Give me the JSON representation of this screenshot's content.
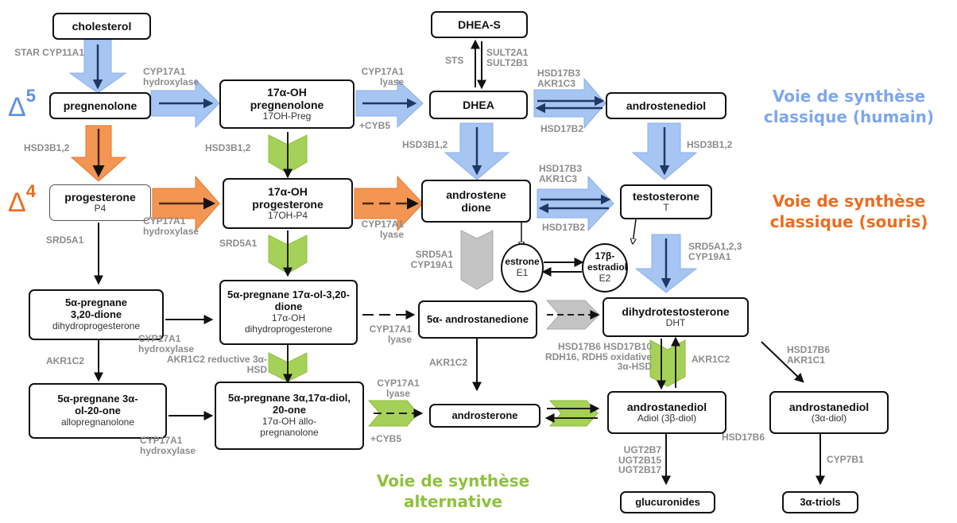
{
  "colors": {
    "human": "#8fb6f2",
    "human_text": "#7ea7ee",
    "mouse": "#f08a3e",
    "mouse_text": "#ef6b1c",
    "alternative": "#9ccc45",
    "alternative_text": "#8dc23c",
    "grey_enzyme": "#8c8c8c",
    "grey_chevron": "#bdbdbd",
    "dark_arrow": "#1f3864"
  },
  "deltas": {
    "d5": {
      "symbol": "Δ",
      "sup": "5"
    },
    "d4": {
      "symbol": "Δ",
      "sup": "4"
    }
  },
  "nodes": {
    "cholesterol": {
      "title": "cholesterol"
    },
    "pregnenolone": {
      "title": "pregnenolone"
    },
    "oh_pregnenolone": {
      "title": "17α-OH pregnenolone",
      "sub": "17OH-Preg"
    },
    "dhea_s": {
      "title": "DHEA-S"
    },
    "dhea": {
      "title": "DHEA"
    },
    "androstenediol": {
      "title": "androstenediol"
    },
    "progesterone": {
      "title": "progesterone",
      "sub": "P4"
    },
    "oh_progesterone": {
      "title": "17α-OH progesterone",
      "sub": "17OH-P4"
    },
    "androstenedione": {
      "title": "androstene dione"
    },
    "testosterone": {
      "title": "testosterone",
      "sub": "T"
    },
    "estrone": {
      "title": "estrone",
      "sub": "E1"
    },
    "estradiol": {
      "title": "17β-estradiol",
      "sub": "E2"
    },
    "pregnane_dione": {
      "title": "5α-pregnane 3,20-dione",
      "sub": "dihydroprogesterone"
    },
    "pregnane_ol_dione": {
      "title": "5α-pregnane 17α-ol-3,20-dione",
      "sub": "17α-OH dihydroprogesterone"
    },
    "androstanedione": {
      "title": "5α- androstanedione"
    },
    "dht": {
      "title": "dihydrotestosterone",
      "sub": "DHT"
    },
    "allopregnanolone": {
      "title": "5α-pregnane 3α-ol-20-one",
      "sub": "allopregnanolone"
    },
    "pregnane_diol": {
      "title": "5α-pregnane 3α,17α-diol, 20-one",
      "sub": "17α-OH allo-pregnanolone"
    },
    "androsterone": {
      "title": "androsterone"
    },
    "adiol": {
      "title": "androstanediol",
      "sub": "Adiol (3β-diol)"
    },
    "androstanediol_3a": {
      "title": "androstanediol",
      "sub": "(3α-diol)"
    },
    "glucuronides": {
      "title": "glucuronides"
    },
    "triols": {
      "title": "3α-triols"
    }
  },
  "enzymes": {
    "star": "STAR CYP11A1",
    "cyp17a1_hydroxylase_1": "CYP17A1 hydroxylase",
    "cyp17a1_lyase_1": "CYP17A1 lyase",
    "cyb5_1": "+CYB5",
    "sts": "STS",
    "sult": "SULT2A1 SULT2B1",
    "hsd17b3_akr1c3_1": "HSD17B3 AKR1C3",
    "hsd17b2_1": "HSD17B2",
    "hsd3b12_1": "HSD3B1,2",
    "hsd3b12_2": "HSD3B1,2",
    "hsd3b12_3": "HSD3B1,2",
    "hsd3b12_4": "HSD3B1,2",
    "hsd17b3_akr1c3_2": "HSD17B3 AKR1C3",
    "hsd17b2_2": "HSD17B2",
    "cyp17a1_hydroxylase_2": "CYP17A1 hydroxylase",
    "cyp17a1_lyase_2": "CYP17A1 lyase",
    "srd5a1_1": "SRD5A1",
    "srd5a1_2": "SRD5A1",
    "srd5a1_cyp19a1": "SRD5A1 CYP19A1",
    "srd5a123_cyp19a1": "SRD5A1,2,3 CYP19A1",
    "cyp17a1_hydroxylase_3": "CYP17A1 hydroxylase",
    "cyp17a1_lyase_3": "CYP17A1 lyase",
    "akr1c2_1": "AKR1C2",
    "akr1c2_reductive": "AKR1C2 reductive 3α-HSD",
    "akr1c2_2": "AKR1C2",
    "hsd17b6_group": "HSD17B6 HSD17B10 RDH16, RDH5 oxidative 3α-HSD",
    "akr1c2_3": "AKR1C2",
    "hsd17b6_akr1c1": "HSD17B6 AKR1C1",
    "cyp17a1_lyase_4": "CYP17A1 lyase",
    "cyb5_2": "+CYB5",
    "cyp17a1_hydroxylase_4": "CYP17A1 hydroxylase",
    "hsd17b6_2": "HSD17B6",
    "ugt": "UGT2B7 UGT2B15 UGT2B17",
    "cyp7b1": "CYP7B1"
  },
  "legend": {
    "human": "Voie de synthèse classique (humain)",
    "mouse": "Voie de synthèse classique (souris)",
    "alternative": "Voie de synthèse alternative"
  }
}
